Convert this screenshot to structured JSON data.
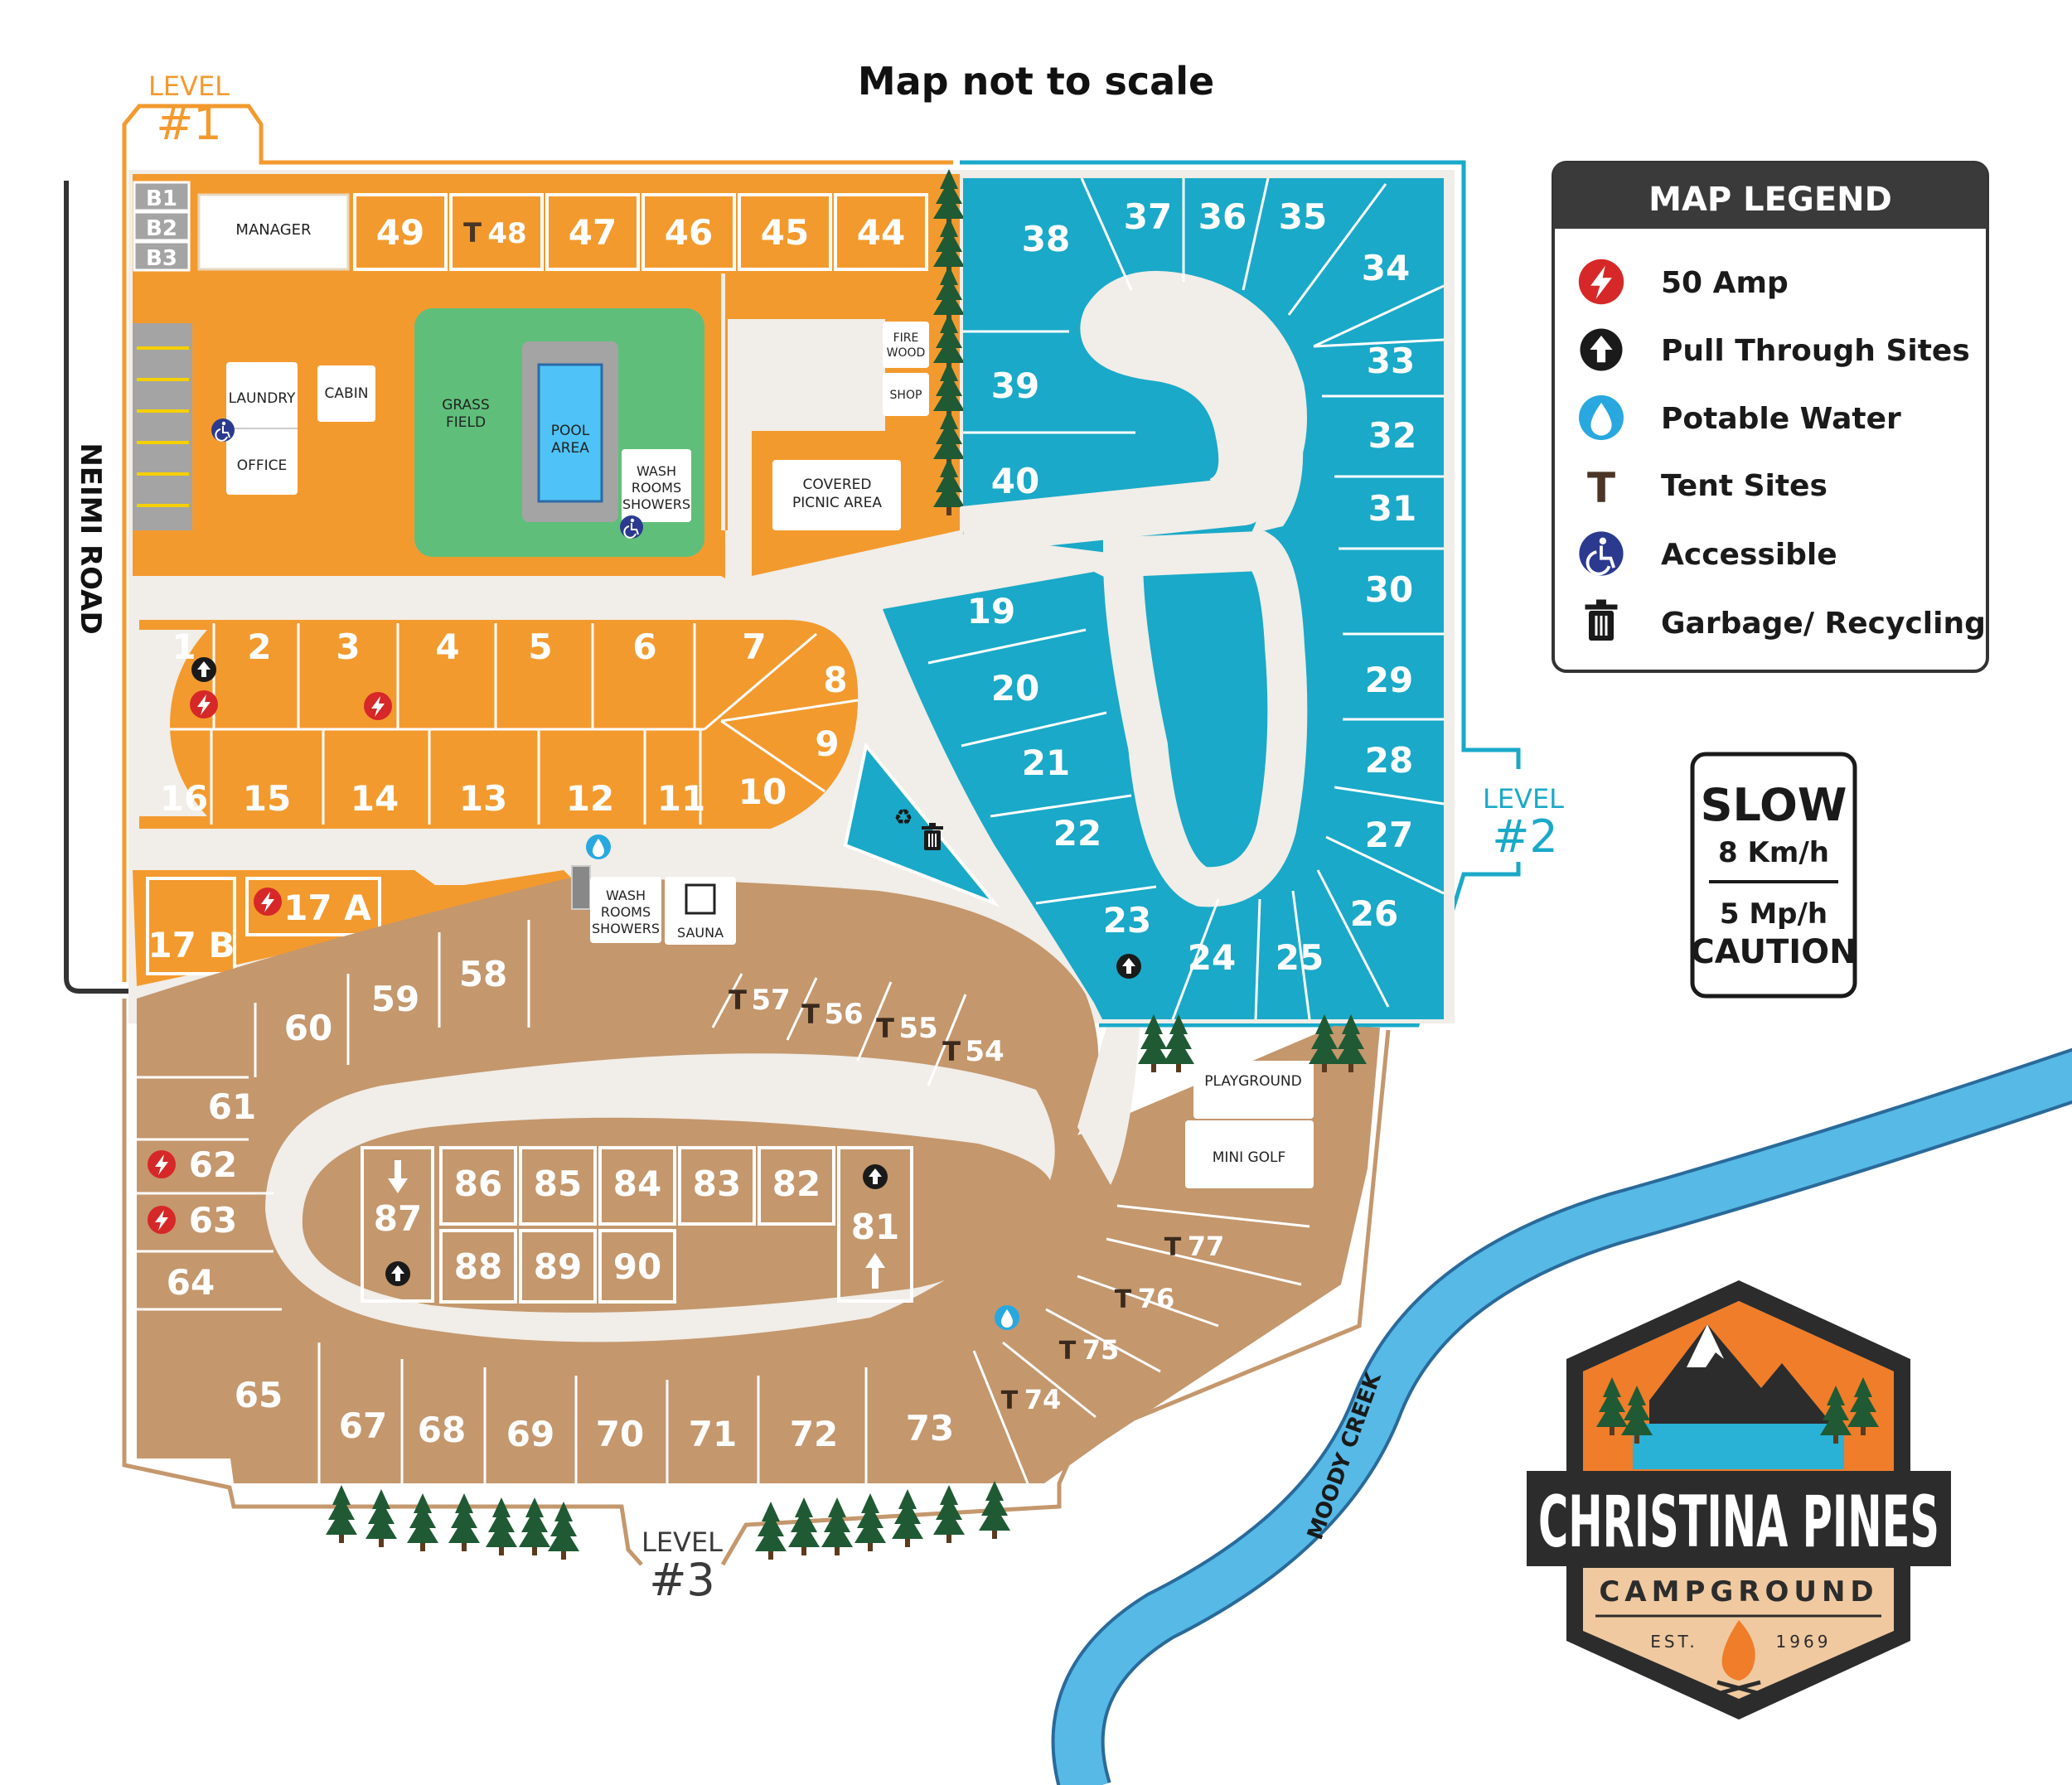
{
  "header": {
    "title": "Map not to scale"
  },
  "road": {
    "name": "NEIMI ROAD"
  },
  "creek": {
    "name": "MOODY CREEK"
  },
  "levels": [
    {
      "word": "LEVEL",
      "number": "#1",
      "color": "#f39a2e"
    },
    {
      "word": "LEVEL",
      "number": "#2",
      "color": "#1aa9c8"
    },
    {
      "word": "LEVEL",
      "number": "#3",
      "color": "#3a3a3a"
    }
  ],
  "colors": {
    "level1": "#f39a2e",
    "level2": "#1aa9c8",
    "level3": "#c4976d",
    "road": "#f1ede8",
    "grass": "#5fbf7a",
    "pool": "#4fc3f7",
    "creek": "#56b9e6",
    "tree": "#1f5a34",
    "amp": "#d62828",
    "accessible": "#2b3a8f"
  },
  "buildings": {
    "b1": "B1",
    "b2": "B2",
    "b3": "B3",
    "manager": "MANAGER",
    "laundry": "LAUNDRY",
    "office": "OFFICE",
    "cabin": "CABIN",
    "grass_field": [
      "GRASS",
      "FIELD"
    ],
    "pool_area": [
      "POOL",
      "AREA"
    ],
    "wash_rooms_1": [
      "WASH",
      "ROOMS",
      "SHOWERS"
    ],
    "fire_wood": [
      "FIRE",
      "WOOD"
    ],
    "shop": "SHOP",
    "covered_picnic": [
      "COVERED",
      "PICNIC AREA"
    ],
    "wash_rooms_3": [
      "WASH",
      "ROOMS",
      "SHOWERS"
    ],
    "sauna": "SAUNA",
    "playground": "PLAYGROUND",
    "mini_golf": "MINI GOLF"
  },
  "sites": {
    "level1_top": [
      "49",
      "48",
      "47",
      "46",
      "45",
      "44"
    ],
    "level1_row_upper": [
      "1",
      "2",
      "3",
      "4",
      "5",
      "6",
      "7",
      "8",
      "9"
    ],
    "level1_row_lower": [
      "16",
      "15",
      "14",
      "13",
      "12",
      "11",
      "10"
    ],
    "level1_17": [
      "17 A",
      "17 B"
    ],
    "level2": [
      "38",
      "37",
      "36",
      "35",
      "34",
      "33",
      "32",
      "31",
      "30",
      "29",
      "28",
      "27",
      "26",
      "25",
      "24",
      "23",
      "22",
      "21",
      "20",
      "19",
      "39",
      "40"
    ],
    "level3_upper": [
      "58",
      "59",
      "60",
      "61",
      "62",
      "63",
      "64",
      "57",
      "56",
      "55",
      "54"
    ],
    "level3_inner": [
      "86",
      "85",
      "84",
      "83",
      "82",
      "87",
      "81",
      "88",
      "89",
      "90"
    ],
    "level3_lower": [
      "65",
      "67",
      "68",
      "69",
      "70",
      "71",
      "72",
      "73",
      "74",
      "75",
      "76",
      "77"
    ],
    "tent_mark": "T"
  },
  "legend": {
    "title": "MAP LEGEND",
    "items": [
      {
        "icon": "lightning-bolt-icon",
        "label": "50 Amp"
      },
      {
        "icon": "pull-through-arrow-icon",
        "label": "Pull Through Sites"
      },
      {
        "icon": "water-drop-icon",
        "label": "Potable Water"
      },
      {
        "icon": "tent-t-icon",
        "label": "Tent Sites"
      },
      {
        "icon": "wheelchair-icon",
        "label": "Accessible"
      },
      {
        "icon": "trash-can-icon",
        "label": "Garbage/ Recycling"
      }
    ]
  },
  "speed_sign": {
    "word": "SLOW",
    "kmh": "8 Km/h",
    "mph": "5 Mp/h",
    "caution": "CAUTION"
  },
  "logo": {
    "name": "CHRISTINA PINES",
    "sub": "CAMPGROUND",
    "est": "EST.",
    "year": "1969"
  }
}
